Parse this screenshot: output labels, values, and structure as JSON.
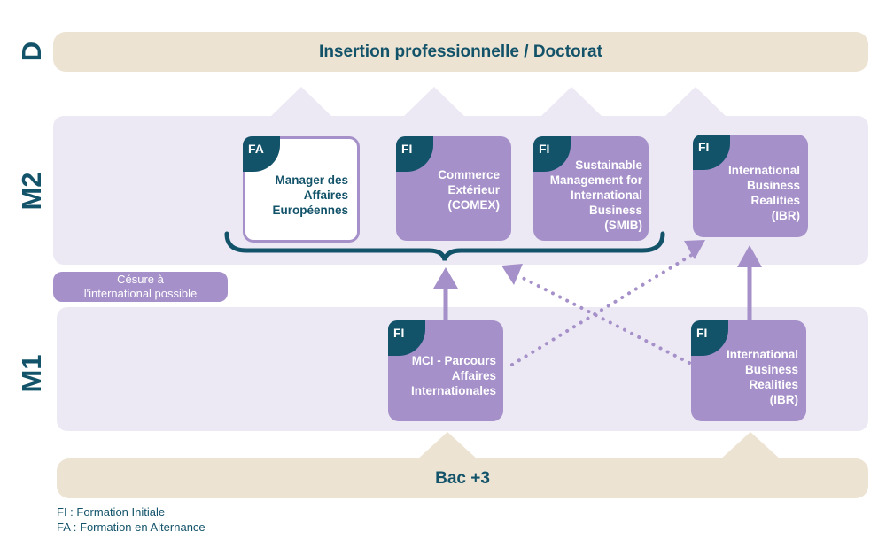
{
  "levels": {
    "d": "D",
    "m2": "M2",
    "m1": "M1"
  },
  "top_band": "Insertion professionnelle / Doctorat",
  "bottom_band": "Bac +3",
  "cesure": [
    "Césure à",
    "l'international possible"
  ],
  "m2_cards": [
    {
      "badge": "FA",
      "lines": [
        "Manager des",
        "Affaires",
        "Européennes"
      ]
    },
    {
      "badge": "FI",
      "lines": [
        "Commerce",
        "Extérieur",
        "(COMEX)"
      ]
    },
    {
      "badge": "FI",
      "lines": [
        "Sustainable",
        "Management for",
        "International",
        "Business",
        "(SMIB)"
      ]
    },
    {
      "badge": "FI",
      "lines": [
        "International",
        "Business",
        "Realities",
        "(IBR)"
      ]
    }
  ],
  "m1_cards": [
    {
      "badge": "FI",
      "lines": [
        "MCI - Parcours",
        "Affaires",
        "Internationales"
      ]
    },
    {
      "badge": "FI",
      "lines": [
        "International",
        "Business",
        "Realities",
        "(IBR)"
      ]
    }
  ],
  "legend": [
    "FI : Formation Initiale",
    "FA : Formation en Alternance"
  ],
  "colors": {
    "navy": "#13536a",
    "lavender": "#a590c9",
    "light_lavender": "#ece9f4",
    "tan": "#ede3d3"
  }
}
